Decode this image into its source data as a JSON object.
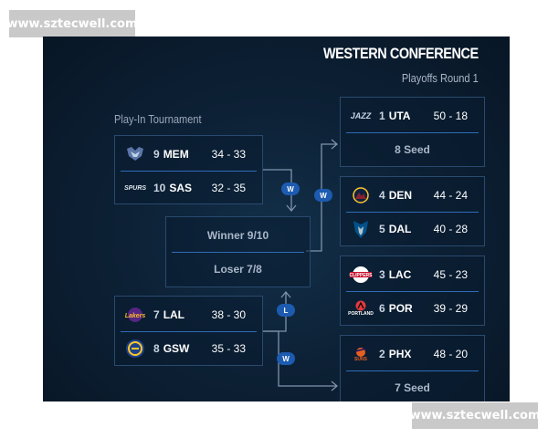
{
  "watermark": {
    "text": "www.sztecwell.com"
  },
  "header": {
    "conference": "WESTERN CONFERENCE",
    "round": "Playoffs Round 1"
  },
  "playin": {
    "title": "Play-In Tournament",
    "game1": [
      {
        "logo": "grizzlies-logo",
        "logo_text": "GRIZZLIES",
        "seed": "9",
        "abbr": "MEM",
        "record": "34 - 33"
      },
      {
        "logo": "spurs-logo",
        "logo_text": "SPURS",
        "seed": "10",
        "abbr": "SAS",
        "record": "32 - 35"
      }
    ],
    "middle": {
      "winner_label": "Winner 9/10",
      "loser_label": "Loser 7/8"
    },
    "game2": [
      {
        "logo": "lakers-logo",
        "logo_text": "Lakers",
        "seed": "7",
        "abbr": "LAL",
        "record": "38 - 30"
      },
      {
        "logo": "warriors-logo",
        "logo_text": "GSW",
        "seed": "8",
        "abbr": "GSW",
        "record": "35 - 33"
      }
    ],
    "badges": {
      "w1": "W",
      "w2": "W",
      "l": "L",
      "w3": "W"
    }
  },
  "round1": [
    {
      "top": {
        "logo": "jazz-logo",
        "logo_text": "JAZZ",
        "seed": "1",
        "abbr": "UTA",
        "record": "50 - 18"
      },
      "bottom_label": "8 Seed"
    },
    {
      "top": {
        "logo": "nuggets-logo",
        "logo_text": "DEN",
        "seed": "4",
        "abbr": "DEN",
        "record": "44 - 24"
      },
      "bottom": {
        "logo": "mavericks-logo",
        "logo_text": "DAL",
        "seed": "5",
        "abbr": "DAL",
        "record": "40 - 28"
      }
    },
    {
      "top": {
        "logo": "clippers-logo",
        "logo_text": "CLIPPERS",
        "seed": "3",
        "abbr": "LAC",
        "record": "45 - 23"
      },
      "bottom": {
        "logo": "blazers-logo",
        "logo_text": "PORTLAND",
        "seed": "6",
        "abbr": "POR",
        "record": "39 - 29"
      }
    },
    {
      "top": {
        "logo": "suns-logo",
        "logo_text": "SUNS",
        "seed": "2",
        "abbr": "PHX",
        "record": "48 - 20"
      },
      "bottom_label": "7 Seed"
    }
  ],
  "colors": {
    "accent": "#2f6bb8",
    "badge": "#1c5bb0",
    "panel": "#0d2136"
  }
}
